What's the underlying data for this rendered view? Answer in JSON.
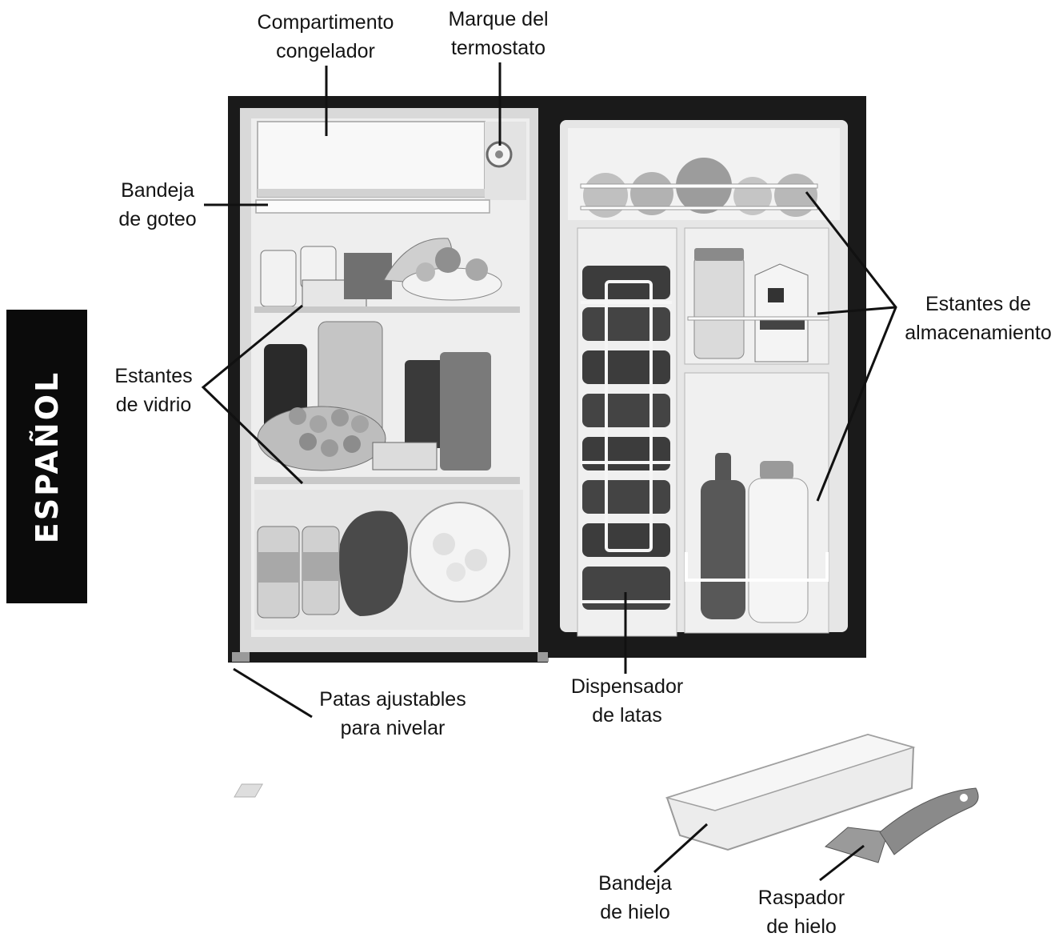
{
  "side_tab": "ESPAÑOL",
  "labels": {
    "freezer": [
      "Compartimento",
      "congelador"
    ],
    "thermostat": [
      "Marque del",
      "termostato"
    ],
    "drip_tray": [
      "Bandeja",
      "de goteo"
    ],
    "glass_shelves": [
      "Estantes",
      "de vidrio"
    ],
    "storage_shelves": [
      "Estantes de",
      "almacenamiento"
    ],
    "leveling_legs": [
      "Patas ajustables",
      "para nivelar"
    ],
    "can_dispenser": [
      "Dispensador",
      "de latas"
    ],
    "ice_tray": [
      "Bandeja",
      "de hielo"
    ],
    "ice_scraper": [
      "Raspador",
      "de hielo"
    ]
  },
  "colors": {
    "cabinet": "#1a1a1a",
    "interior": "#ececec",
    "liner": "#d9d9d9",
    "leader_line": "#111111"
  }
}
